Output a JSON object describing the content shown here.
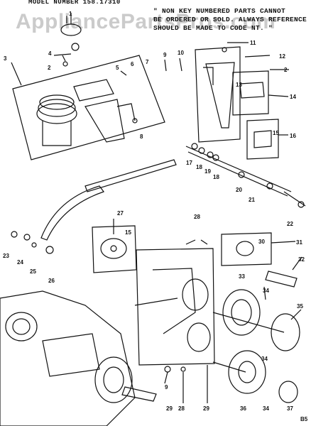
{
  "header": {
    "model_number": "MODEL NUMBER 158.17310",
    "note_lines": [
      "\" NON KEY NUMBERED PARTS CANNOT",
      "BE ORDERED OR SOLD. ALWAYS REFERENCE",
      "SHOULD BE MADE TO CODE NT. \""
    ]
  },
  "watermark": "AppliancePartsPros.com",
  "footer_code": "B5",
  "callouts": [
    "1",
    "2",
    "3",
    "4",
    "5",
    "6",
    "7",
    "8",
    "9",
    "10",
    "11",
    "12",
    "2",
    "13",
    "14",
    "15",
    "16",
    "17",
    "18",
    "19",
    "18",
    "20",
    "21",
    "22",
    "23",
    "24",
    "25",
    "26",
    "27",
    "15",
    "28",
    "29",
    "30",
    "31",
    "32",
    "33",
    "34",
    "35",
    "34",
    "36",
    "37",
    "9",
    "28",
    "29",
    "34"
  ]
}
